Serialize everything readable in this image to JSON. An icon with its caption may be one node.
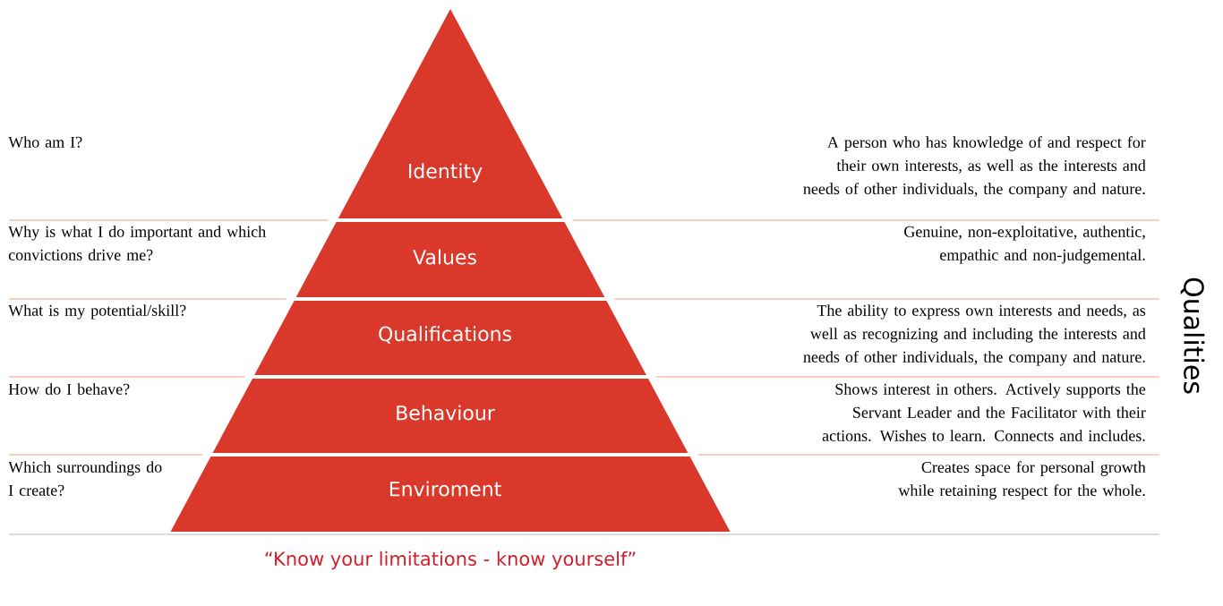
{
  "diagram": {
    "caption": "“Know your limitations - know yourself”",
    "nodes": [
      {
        "text": [
          "Identity"
        ]
      },
      {
        "text": [
          "Values"
        ]
      },
      {
        "text": [
          "Qualifications"
        ]
      },
      {
        "text": [
          "Behaviour"
        ]
      },
      {
        "text": [
          "Enviroment"
        ]
      }
    ],
    "labels": [
      "Who am I?",
      "A person who has knowledge of and respect for their own interests, as well as the interests and needs of other individuals, the company and nature.",
      "Why is what I do important and which convictions drive me?",
      "Genuine, non-exploitative, authentic, empathic and non-judgemental.",
      "What is my potential/skill?",
      "The ability to express own interests and needs, as well as recognizing and including the interests and needs of other individuals, the company and nature.",
      "How do I behave?",
      "Shows interest in others. Actively supports the Servant Leader and the Facilitator with their actions. Wishes to learn. Connects and includes.",
      "Which surroundings do I create?",
      "Creates space for personal growth while retaining respect for the whole.",
      "Qualities"
    ]
  }
}
